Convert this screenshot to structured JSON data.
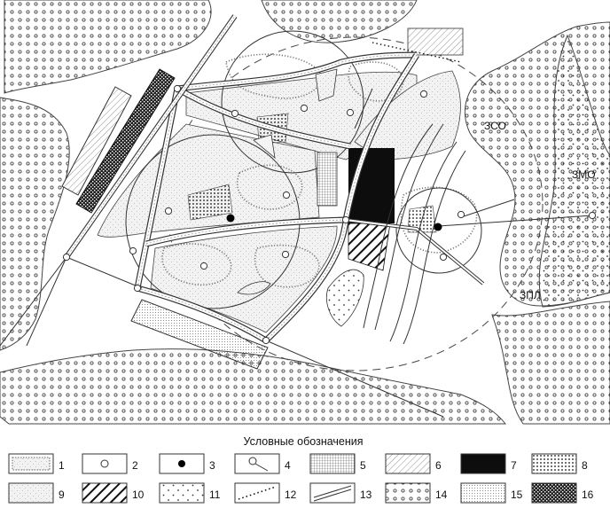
{
  "map": {
    "zone_labels": [
      {
        "id": "zso",
        "text": "ЗСО"
      },
      {
        "id": "zmo",
        "text": "ЗМО"
      },
      {
        "id": "zpl",
        "text": "ЗПЛ"
      }
    ]
  },
  "legend": {
    "title": "Условные обозначения",
    "items": [
      {
        "num": "1",
        "symbol": "road"
      },
      {
        "num": "2",
        "symbol": "open-circle"
      },
      {
        "num": "3",
        "symbol": "filled-dot"
      },
      {
        "num": "4",
        "symbol": "circle-with-tail"
      },
      {
        "num": "5",
        "symbol": "fine-grid"
      },
      {
        "num": "6",
        "symbol": "thin-hatch"
      },
      {
        "num": "7",
        "symbol": "solid-black"
      },
      {
        "num": "8",
        "symbol": "dense-dots"
      },
      {
        "num": "9",
        "symbol": "light-stipple"
      },
      {
        "num": "10",
        "symbol": "bold-hatch"
      },
      {
        "num": "11",
        "symbol": "sparse-dots"
      },
      {
        "num": "12",
        "symbol": "dotted-line"
      },
      {
        "num": "13",
        "symbol": "double-line"
      },
      {
        "num": "14",
        "symbol": "circles-pattern"
      },
      {
        "num": "15",
        "symbol": "fine-dots"
      },
      {
        "num": "16",
        "symbol": "dark-checker"
      }
    ]
  }
}
